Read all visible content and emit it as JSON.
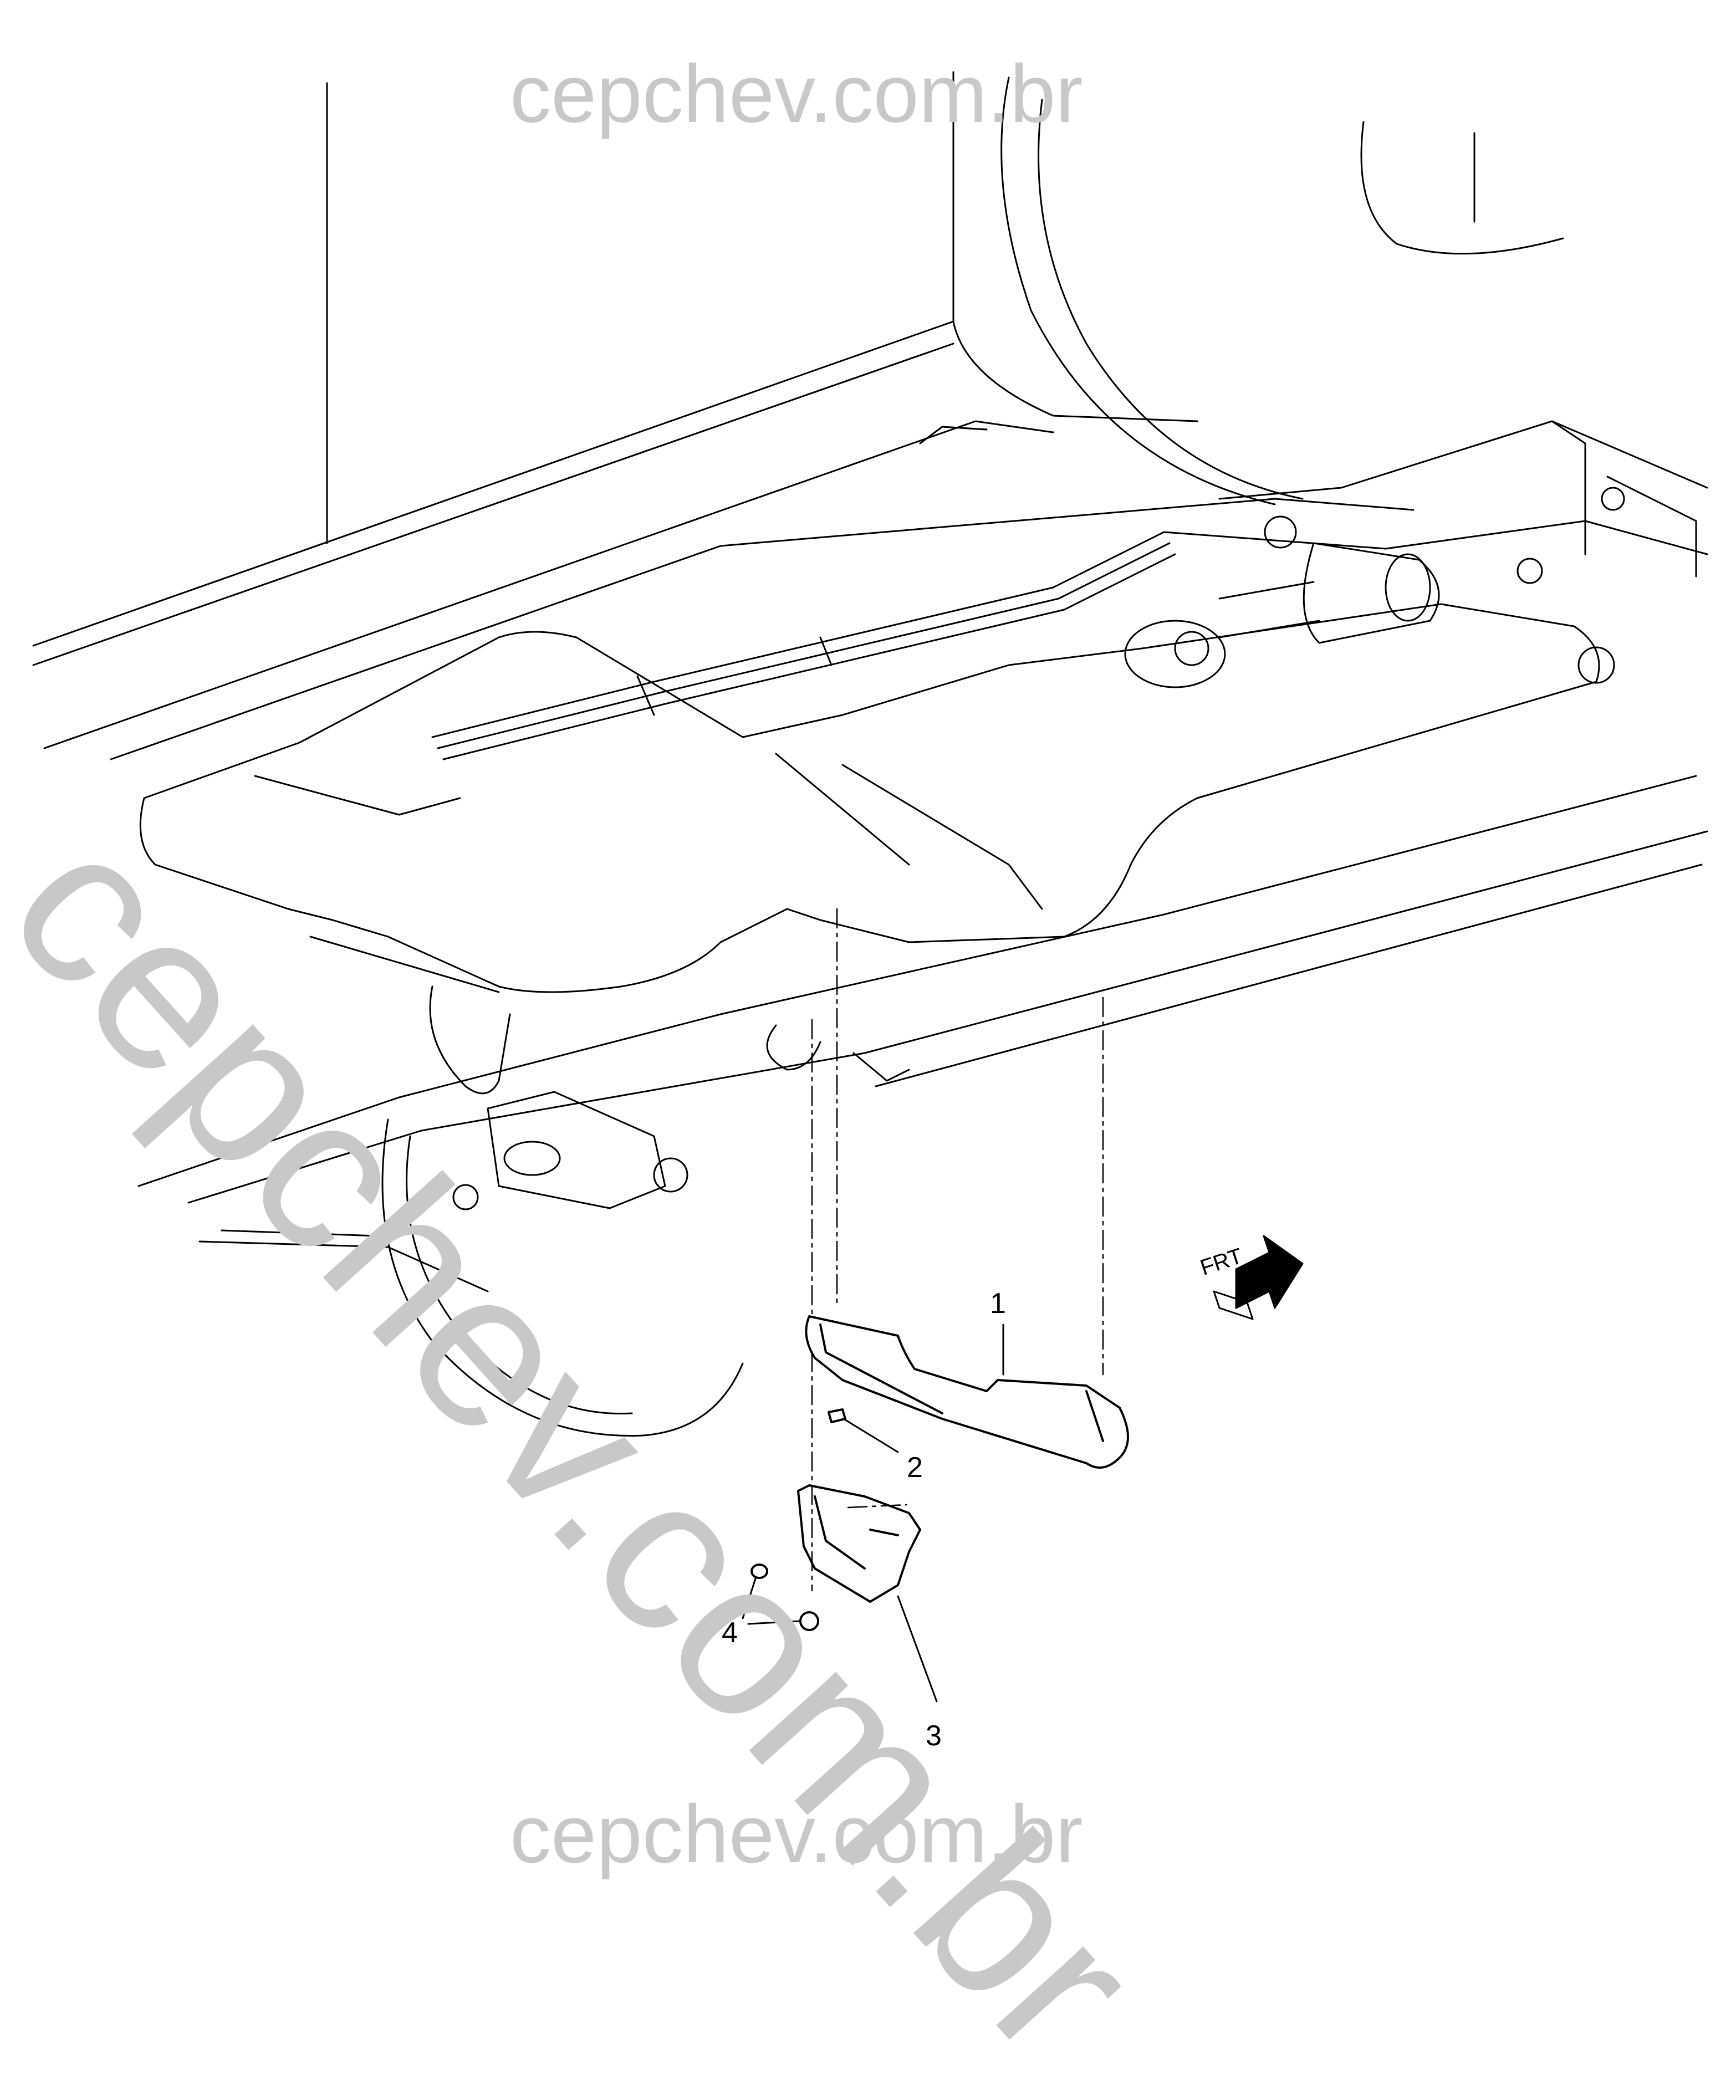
{
  "watermark": {
    "text_top": "cepchev.com.br",
    "text_diagonal": "cepchev.com.br",
    "text_bottom": "cepchev.com.br",
    "color": "#c8c8c8"
  },
  "orientation": {
    "label": "FRT",
    "icon": "front-arrow-icon"
  },
  "callouts": [
    {
      "id": "1",
      "label": "1"
    },
    {
      "id": "2",
      "label": "2"
    },
    {
      "id": "3",
      "label": "3"
    },
    {
      "id": "4",
      "label": "4"
    }
  ],
  "colors": {
    "line": "#000000",
    "background": "#ffffff"
  }
}
